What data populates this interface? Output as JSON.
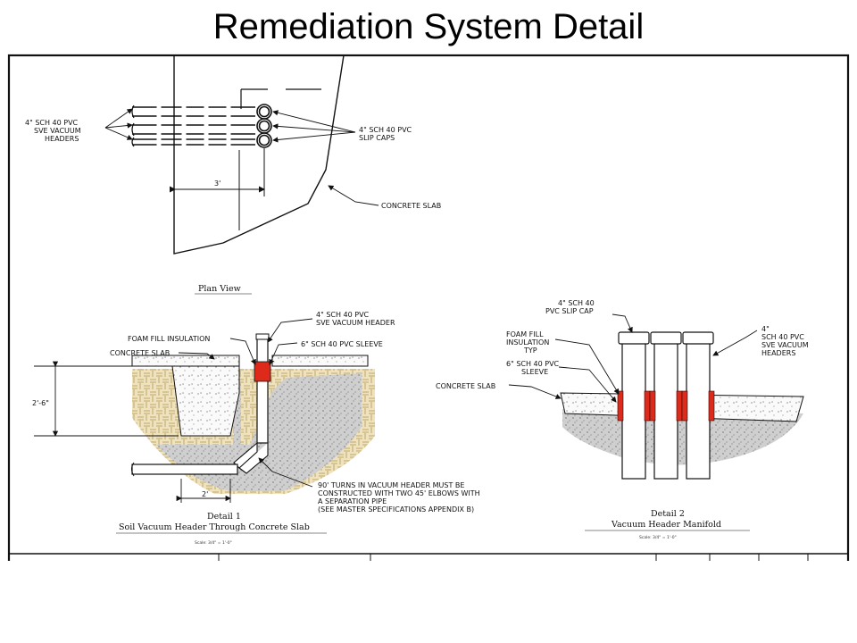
{
  "slide": {
    "title": "Remediation System Detail"
  },
  "plan_view": {
    "caption": "Plan View",
    "headers_label": [
      "4\" SCH 40 PVC",
      "SVE VACUUM",
      "HEADERS"
    ],
    "caps_label": [
      "4\" SCH 40 PVC",
      "SLIP CAPS"
    ],
    "slab_label": "CONCRETE SLAB",
    "dimension": "3'"
  },
  "detail1": {
    "pipe_label": [
      "4\" SCH 40 PVC",
      "SVE VACUUM HEADER"
    ],
    "foam_label": "FOAM FILL INSULATION",
    "sleeve_label": "6\" SCH 40 PVC SLEEVE",
    "slab_label": "CONCRETE SLAB",
    "depth_dim": "2'-6\"",
    "width_dim": "2'",
    "note": [
      "90' TURNS IN VACUUM HEADER MUST BE",
      "CONSTRUCTED WITH TWO 45' ELBOWS WITH",
      "A SEPARATION PIPE",
      "(SEE MASTER SPECIFICATIONS APPENDIX B)"
    ],
    "caption_line1": "Detail 1",
    "caption_line2": "Soil Vacuum Header Through Concrete Slab",
    "scale": "Scale: 3/4\" = 1'-0\""
  },
  "detail2": {
    "cap_label": [
      "4\" SCH 40",
      "PVC SLIP CAP"
    ],
    "headers_label": [
      "4\"",
      "SCH 40 PVC",
      "SVE VACUUM",
      "HEADERS"
    ],
    "foam_label": [
      "FOAM FILL",
      "INSULATION",
      "TYP"
    ],
    "sleeve_label": [
      "6\" SCH 40 PVC",
      "SLEEVE"
    ],
    "slab_label": "CONCRETE SLAB",
    "caption_line1": "Detail 2",
    "caption_line2": "Vacuum Header Manifold",
    "scale": "Scale: 3/4\" = 1'-0\""
  },
  "colors": {
    "insulation": "#dd2a1b",
    "soil": "#e6d5a6",
    "gravel": "#c8c8c8",
    "line": "#111111"
  }
}
